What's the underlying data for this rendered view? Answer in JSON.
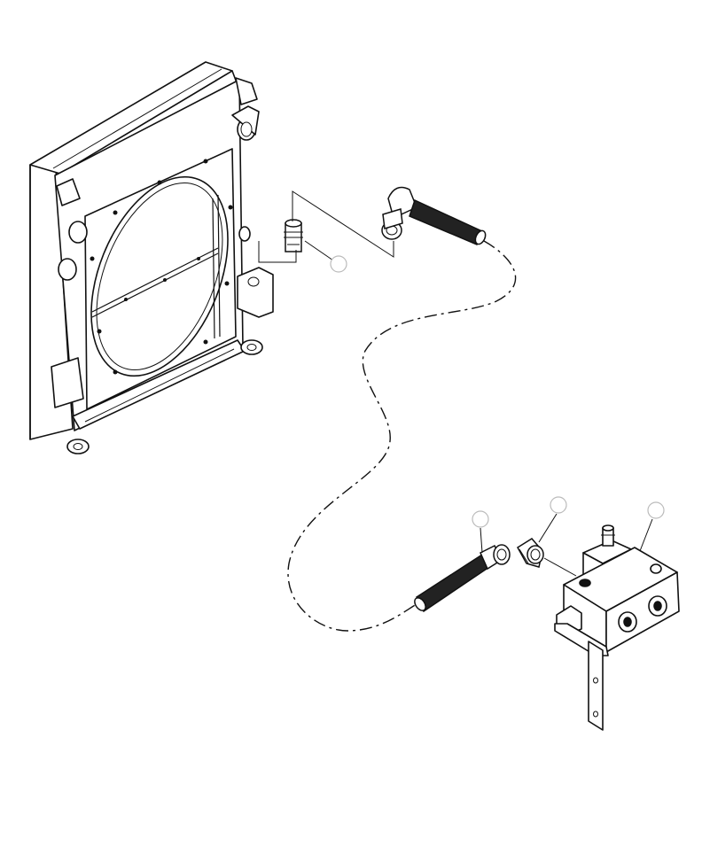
{
  "diagram": {
    "callouts": [
      {
        "id": "callout-1",
        "label": ""
      },
      {
        "id": "callout-2",
        "label": ""
      },
      {
        "id": "callout-3",
        "label": ""
      },
      {
        "id": "callout-4",
        "label": ""
      }
    ],
    "colors": {
      "line": "#111111",
      "callout_circle": "#bbbbbb",
      "fill": "#ffffff",
      "hose_fill": "#222222"
    }
  }
}
